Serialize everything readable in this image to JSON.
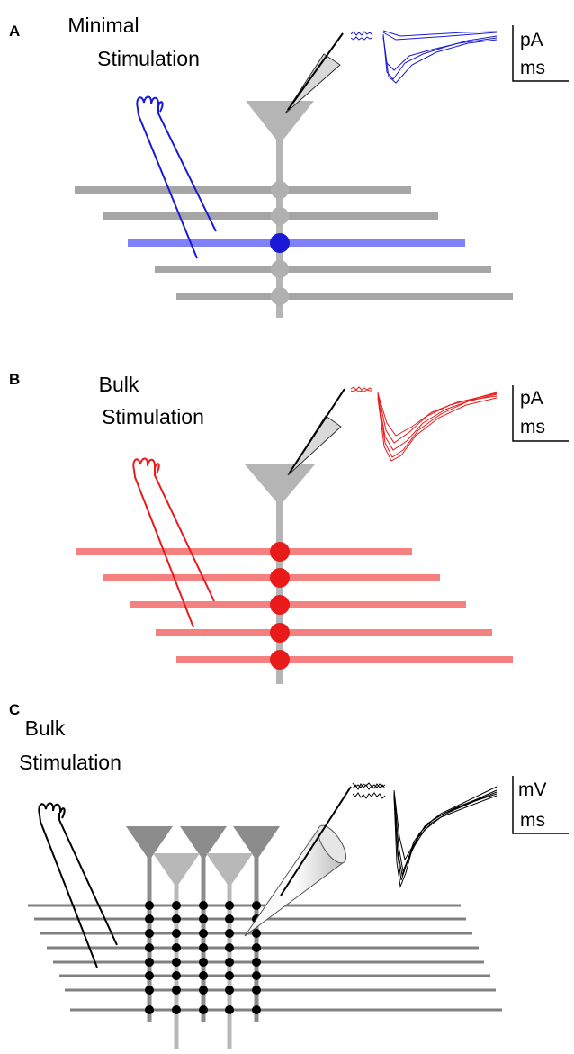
{
  "panels": [
    {
      "letter": "A",
      "title_line1": "Minimal",
      "title_line2": "Stimulation",
      "unit_top": "pA",
      "unit_bottom": "ms",
      "color": "#1a1ad6",
      "active_fiber_color": "#8080f8",
      "fiber_color": "#a6a6a6"
    },
    {
      "letter": "B",
      "title_line1": "Bulk",
      "title_line2": "Stimulation",
      "unit_top": "pA",
      "unit_bottom": "ms",
      "color": "#e81a1a",
      "fiber_color": "#f58080"
    },
    {
      "letter": "C",
      "title_line1": "Bulk",
      "title_line2": "Stimulation",
      "unit_top": "mV",
      "unit_bottom": "ms",
      "color": "#000000",
      "fiber_color": "#808080",
      "neuron_dark": "#8c8c8c",
      "neuron_light": "#b8b8b8"
    }
  ]
}
